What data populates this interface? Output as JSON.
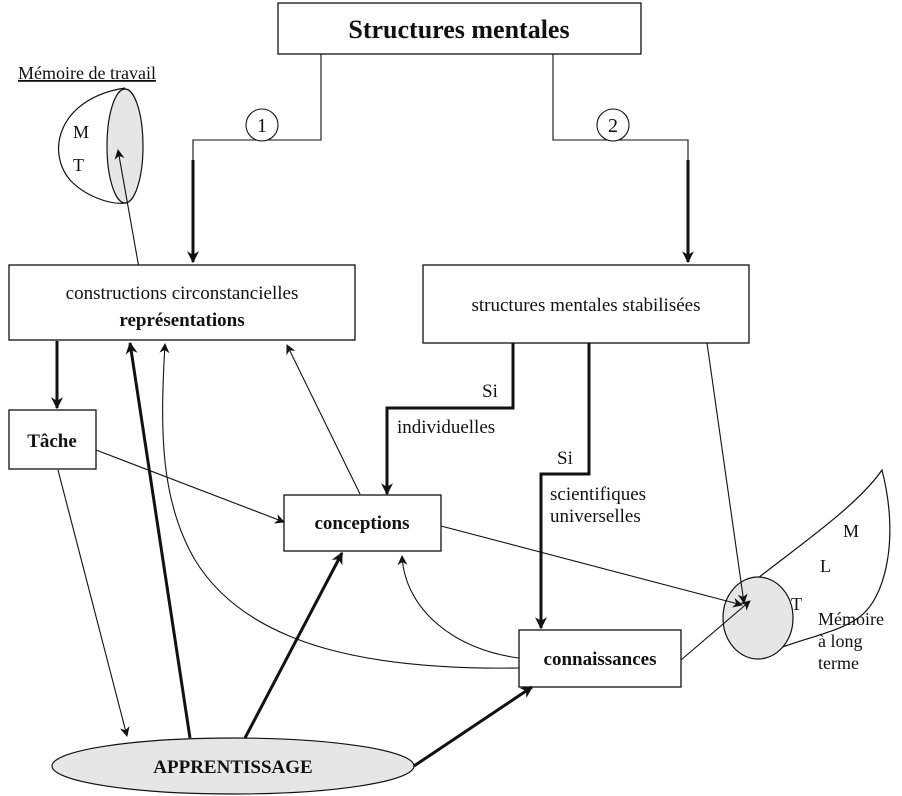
{
  "title": "Structures mentales",
  "path_numbers": [
    "1",
    "2"
  ],
  "memoire_travail": {
    "label": "Mémoire de travail",
    "letters": [
      "M",
      "T"
    ]
  },
  "memoire_long_terme": {
    "letters": [
      "M",
      "L",
      "T"
    ],
    "label_lines": [
      "Mémoire",
      "à long",
      "terme"
    ]
  },
  "nodes": {
    "representations": {
      "line1": "constructions circonstancielles",
      "line2": "représentations"
    },
    "structures_stabilisees": "structures mentales stabilisées",
    "tache": "Tâche",
    "conceptions": "conceptions",
    "connaissances": "connaissances",
    "apprentissage": "APPRENTISSAGE"
  },
  "conditions": {
    "si_1": "Si",
    "individuelles": "individuelles",
    "si_2": "Si",
    "scientifiques": "scientifiques",
    "universelles": "universelles"
  },
  "colors": {
    "line": "#111111",
    "shade": "#e6e6e6"
  }
}
